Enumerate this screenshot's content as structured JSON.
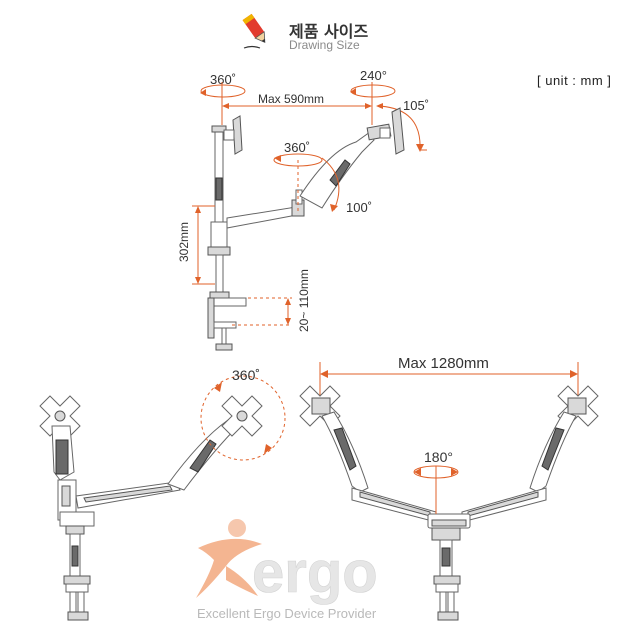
{
  "header": {
    "title_ko": "제품 사이즈",
    "title_en": "Drawing Size",
    "icon": "pencil-icon"
  },
  "unit_label": "[ unit : mm ]",
  "top_diagram": {
    "rot_top_left": "360˚",
    "rot_top_right": "240°",
    "max_width": "Max 590mm",
    "tilt_right": "105˚",
    "rot_mid": "360˚",
    "tilt_mid": "100˚",
    "height": "302mm",
    "clamp_range": "20~ 110mm"
  },
  "bottom_left_diagram": {
    "rotation": "360˚"
  },
  "bottom_right_diagram": {
    "max_width": "Max 1280mm",
    "rotation": "180°"
  },
  "logo": {
    "wordmark": "ergo",
    "initial": "X",
    "tagline": "Excellent Ergo Device Provider"
  },
  "colors": {
    "accent": "#e0622a",
    "line": "#333333",
    "tagline": "#b9b9b9"
  }
}
